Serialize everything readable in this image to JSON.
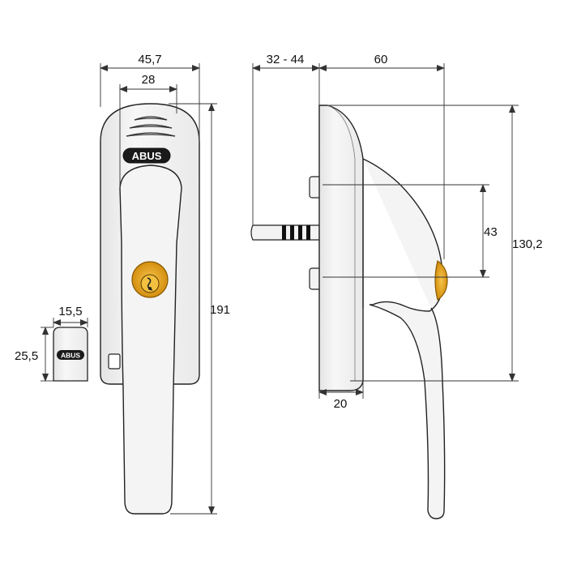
{
  "brand": "ABUS",
  "colors": {
    "body_fill": "#f1f1f1",
    "body_shadow": "#d8d8d8",
    "outline": "#222222",
    "dimension_line": "#333333",
    "lock_cylinder": "#e0a020",
    "logo_bg": "#1a1a1a"
  },
  "front_view": {
    "width_total": "45,7",
    "width_inner": "28",
    "height_total": "191"
  },
  "side_view": {
    "spindle_length": "32 - 44",
    "depth": "60",
    "screw_spacing": "43",
    "base_height": "130,2",
    "base_thickness": "20"
  },
  "cap_view": {
    "width": "15,5",
    "height": "25,5"
  }
}
